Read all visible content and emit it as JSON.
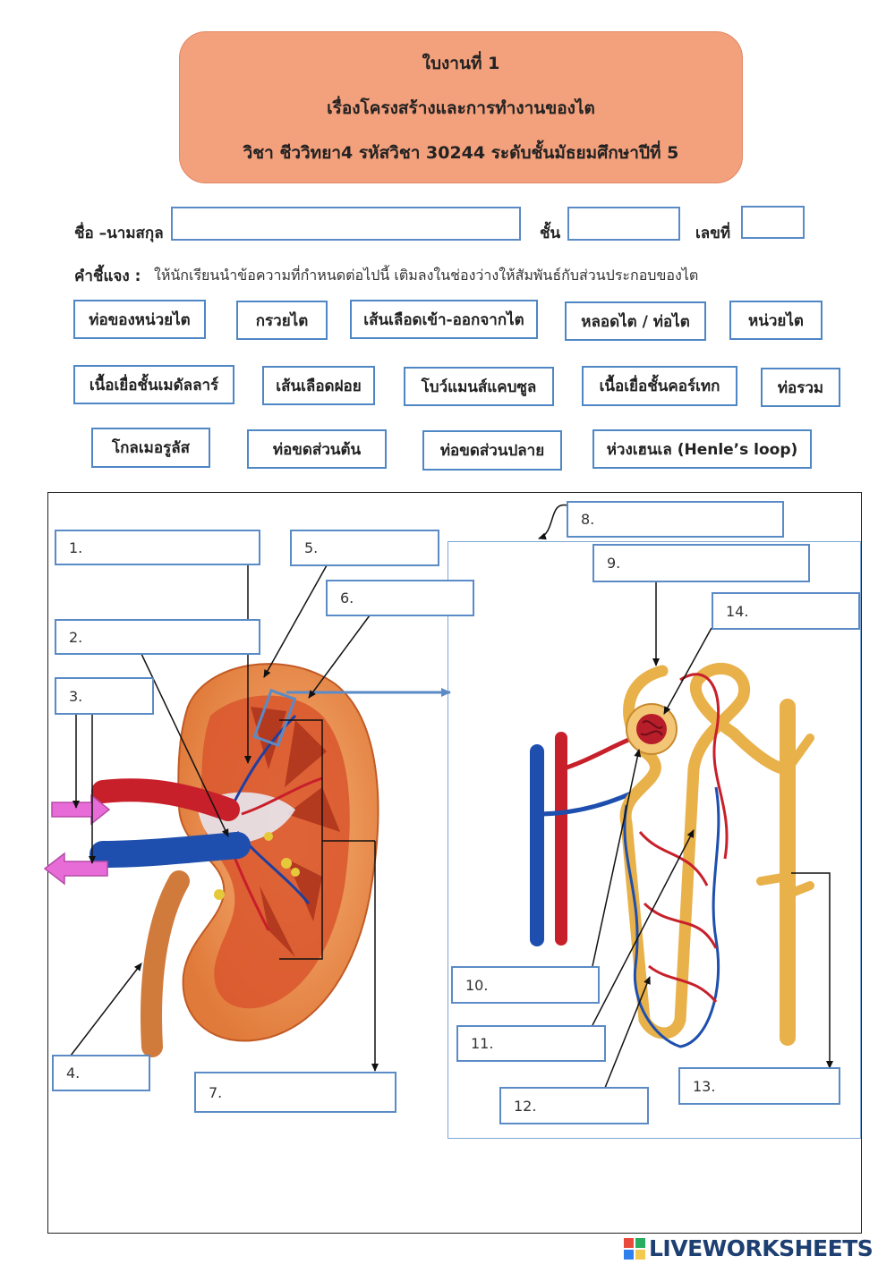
{
  "header": {
    "line1": "ใบงานที่  1",
    "line2": "เรื่องโครงสร้างและการทำงานของไต",
    "line3": "วิชา  ชีววิทยา4  รหัสวิชา 30244  ระดับชั้นมัธยมศึกษาปีที่  5"
  },
  "student": {
    "name_label": "ชื่อ –นามสกุล",
    "class_label": "ชั้น",
    "number_label": "เลขที่"
  },
  "instructions": {
    "label": "คำชี้แจง :",
    "text": "ให้นักเรียนนำข้อความที่กำหนดต่อไปนี้  เติมลงในช่องว่างให้สัมพันธ์กับส่วนประกอบของไต"
  },
  "word_bank": [
    "ท่อของหน่วยไต",
    "กรวยไต",
    "เส้นเลือดเข้า-ออกจากไต",
    "หลอดไต / ท่อไต",
    "หน่วยไต",
    "เนื้อเยื่อชั้นเมดัลลาร์",
    "เส้นเลือดฝอย",
    "โบว์แมนส์แคบซูล",
    "เนื้อเยื่อชั้นคอร์เทก",
    "ท่อรวม",
    "โกลเมอรูลัส",
    "ท่อขดส่วนต้น",
    "ท่อขดส่วนปลาย",
    "ห่วงเฮนเล (Henle’s loop)"
  ],
  "answer_labels": [
    "1.",
    "2.",
    "3.",
    "4.",
    "5.",
    "6.",
    "7.",
    "8.",
    "9.",
    "10.",
    "11.",
    "12.",
    "13.",
    "14."
  ],
  "watermark": "LIVEWORKSHEETS",
  "colors": {
    "header_bg": "#f3a07c",
    "box_border": "#4f86c4",
    "arrow_pink": "#e86cd8"
  }
}
